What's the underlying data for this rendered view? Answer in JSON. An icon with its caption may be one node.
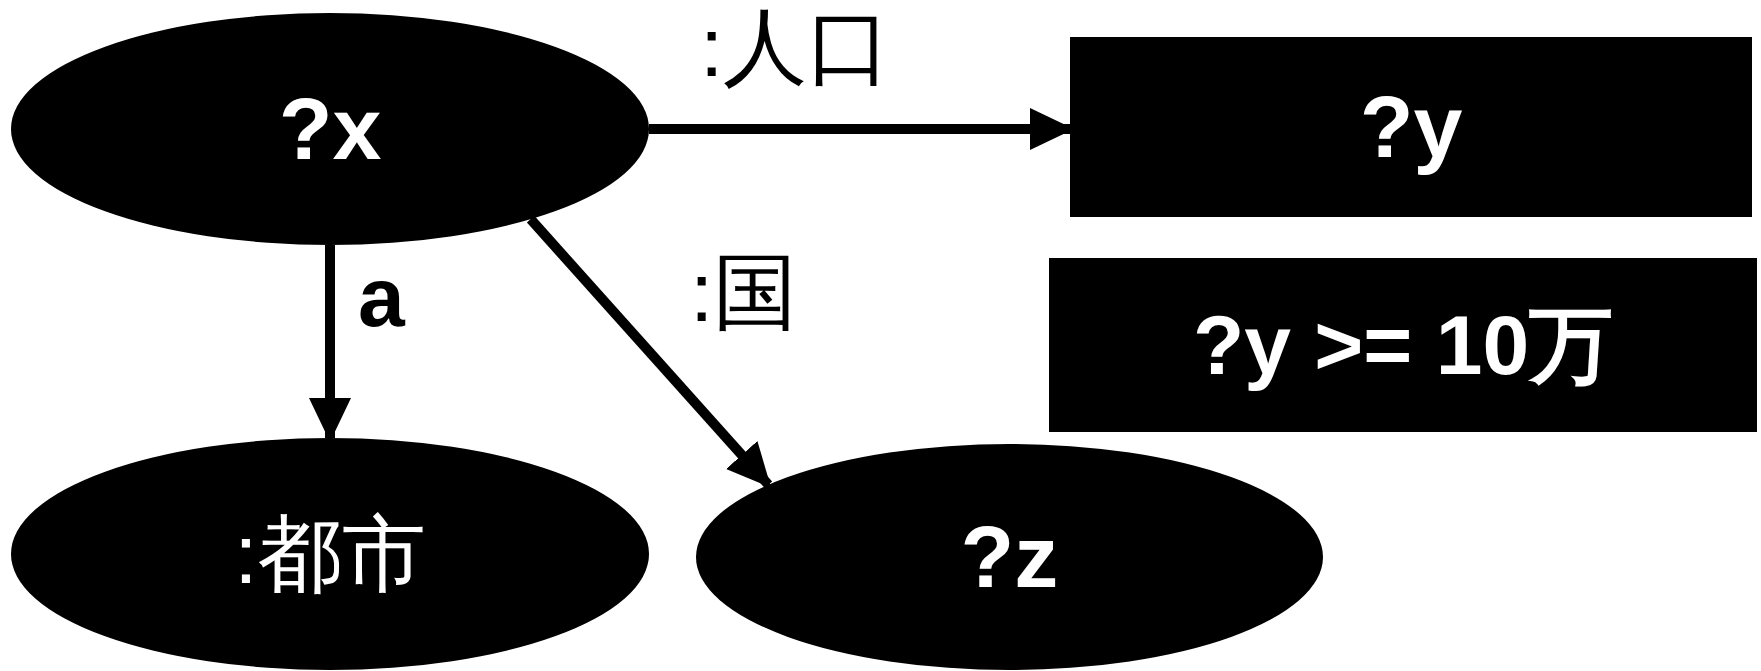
{
  "diagram": {
    "nodes": [
      {
        "text": [
          "?x"
        ]
      },
      {
        "text": [
          "?y"
        ]
      },
      {
        "text": [
          "?y >= 10万"
        ]
      },
      {
        "text": [
          ":都市"
        ]
      },
      {
        "text": [
          "?z"
        ]
      }
    ],
    "edges": [
      {
        "from": 0,
        "to": 1,
        "arrow": "to",
        "label": ":人口"
      },
      {
        "from": 0,
        "to": 3,
        "arrow": "to",
        "label": "a"
      },
      {
        "from": 0,
        "to": 4,
        "arrow": "to",
        "label": ":国"
      }
    ]
  }
}
